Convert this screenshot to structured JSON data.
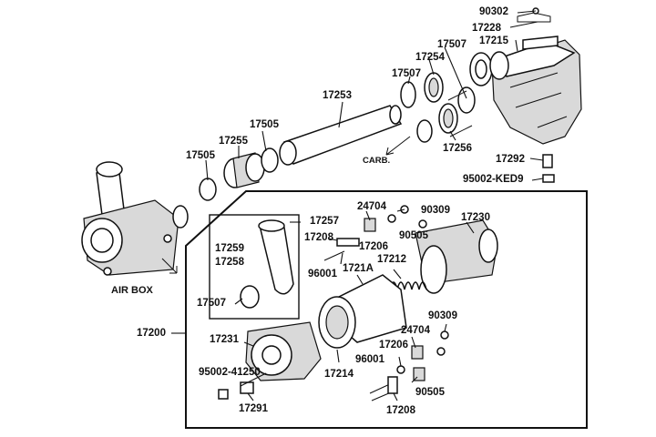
{
  "labels": {
    "p90302": "90302",
    "p17228": "17228",
    "p17507a": "17507",
    "p17215": "17215",
    "p17254": "17254",
    "p17507b": "17507",
    "p17253": "17253",
    "p17505a": "17505",
    "p17255": "17255",
    "p17505b": "17505",
    "p17256": "17256",
    "carb": "CARB.",
    "p17292": "17292",
    "p95002ked9": "95002-KED9",
    "airbox": "AIR BOX",
    "p24704a": "24704",
    "p90309a": "90309",
    "p17230": "17230",
    "p17257": "17257",
    "p17208a": "17208",
    "p17206a": "17206",
    "p90505a": "90505",
    "p17259": "17259",
    "p17258": "17258",
    "p96001a": "96001",
    "p1721a": "1721A",
    "p17212": "17212",
    "p17507c": "17507",
    "p17200": "17200",
    "p90309b": "90309",
    "p17231": "17231",
    "p24704b": "24704",
    "p17206b": "17206",
    "p96001b": "96001",
    "p9500241250": "95002-41250",
    "p17214": "17214",
    "p90505b": "90505",
    "p17291": "17291",
    "p17208b": "17208"
  },
  "colors": {
    "line": "#111111",
    "fill": "#ffffff",
    "shade": "#d9d9d9"
  }
}
